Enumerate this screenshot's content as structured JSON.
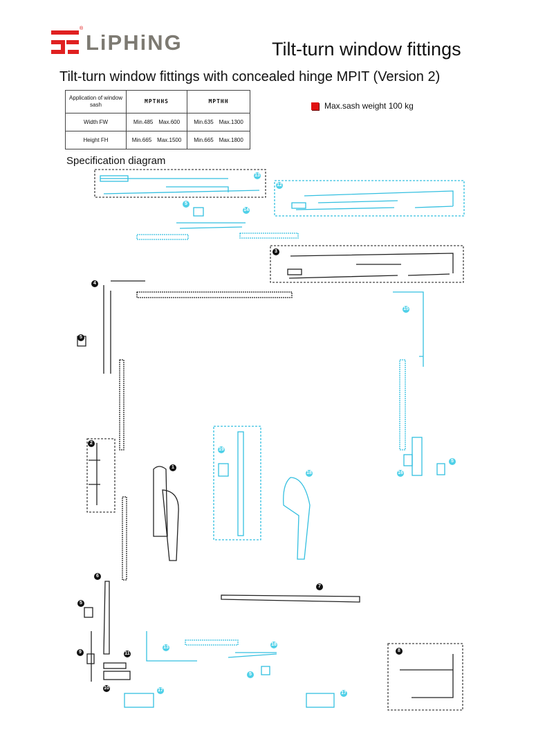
{
  "header": {
    "brand": "LiPHiNG",
    "registered_mark": "®",
    "title": "Tilt-turn window fittings",
    "subtitle": "Tilt-turn window fittings with concealed hinge  MPIT (Version 2)"
  },
  "spec_table": {
    "columns": [
      "Application of window sash",
      "MPTHHS",
      "MPTHH"
    ],
    "rows": [
      {
        "label": "Width FW",
        "mpthhs": [
          "Min.485",
          "Max.600"
        ],
        "mpthh": [
          "Min.635",
          "Max.1300"
        ]
      },
      {
        "label": "Height FH",
        "mpthhs": [
          "Min.665",
          "Max.1500"
        ],
        "mpthh": [
          "Min.665",
          "Max.1800"
        ]
      }
    ]
  },
  "legend": {
    "label": "Max.sash weight 100 kg",
    "color": "#e01010"
  },
  "diagram": {
    "title": "Specification diagram",
    "black_labels": [
      "1",
      "2",
      "3",
      "4",
      "5",
      "5",
      "6",
      "7",
      "8",
      "9",
      "10",
      "11"
    ],
    "cyan_labels": [
      "13",
      "12",
      "5",
      "14",
      "15",
      "19",
      "18",
      "16",
      "5",
      "13",
      "18",
      "5",
      "17",
      "17"
    ],
    "colors": {
      "black_part": "#222222",
      "cyan_part": "#33bfe0"
    }
  }
}
